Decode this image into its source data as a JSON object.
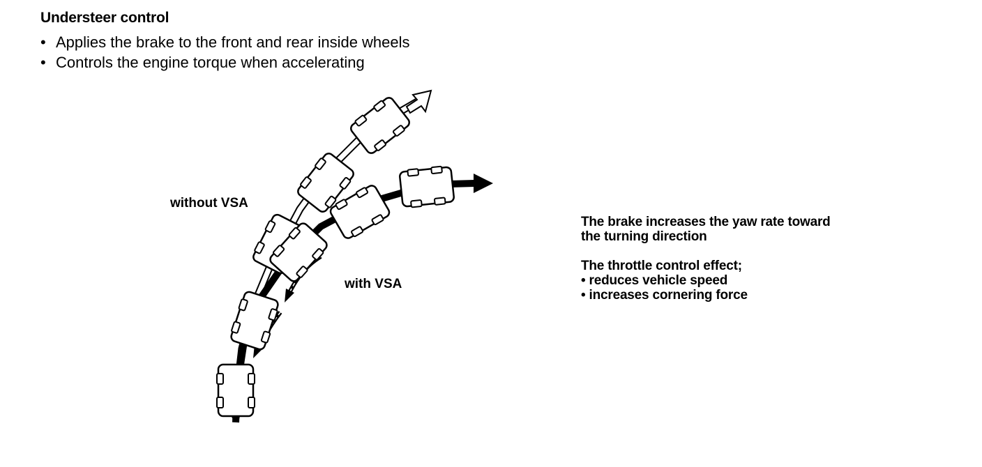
{
  "title": "Understeer control",
  "bullets": [
    "Applies the brake to the front and rear inside wheels",
    "Controls the engine torque when accelerating"
  ],
  "labels": {
    "without_vsa": "without VSA",
    "with_vsa": "with VSA"
  },
  "notes": {
    "brake_line1": "The brake increases the yaw rate toward",
    "brake_line2": "the turning direction",
    "throttle_heading": "The throttle control effect;",
    "throttle_item1": "• reduces vehicle speed",
    "throttle_item2": "• increases cornering force"
  },
  "icons": {
    "bullet": "•"
  }
}
